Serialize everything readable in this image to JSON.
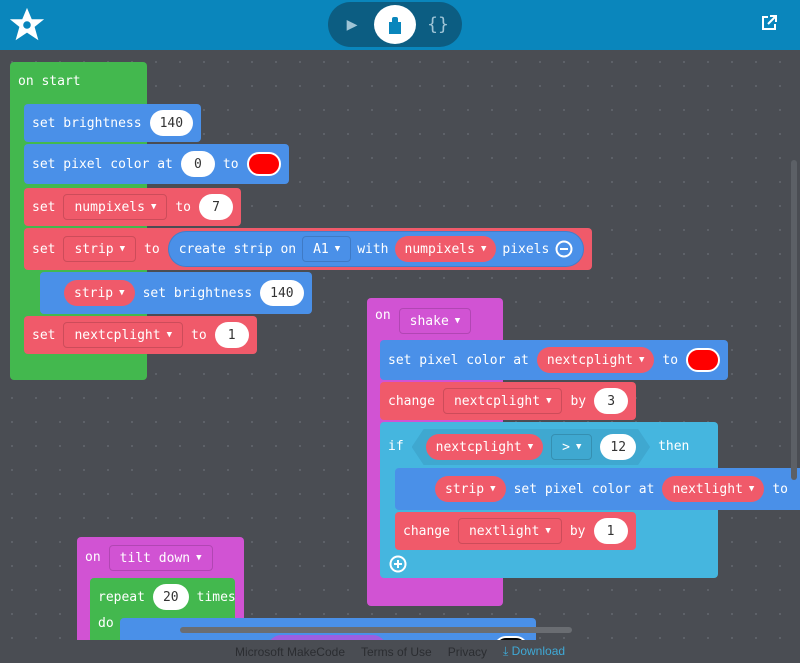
{
  "header": {
    "logo": "adafruit-flower-logo",
    "toggle": [
      {
        "icon": "play-icon"
      },
      {
        "icon": "puzzle-icon",
        "active": true
      },
      {
        "icon": "braces-icon",
        "label": "{}"
      }
    ],
    "share_icon": "external-link-icon"
  },
  "colors": {
    "header": "#0a86bc",
    "workspace": "#4a4d53",
    "event": "#43b84e",
    "neopixel": "#4a90e8",
    "variables": "#f05a6a",
    "input": "#d153d3",
    "logic": "#45b6df",
    "pixel_red": "#ff0000",
    "pixel_black": "#000000"
  },
  "on_start": {
    "label": "on start",
    "b1": {
      "text": "set brightness",
      "value": "140"
    },
    "b2": {
      "text": "set pixel color at",
      "index": "0",
      "to": "to"
    },
    "b3": {
      "set": "set",
      "var": "numpixels",
      "to": "to",
      "value": "7"
    },
    "b4": {
      "set": "set",
      "var": "strip",
      "to": "to",
      "create": "create strip on",
      "pin": "A1",
      "with": "with",
      "arg": "numpixels",
      "pixels": "pixels"
    },
    "b5": {
      "var": "strip",
      "text": "set brightness",
      "value": "140"
    },
    "b6": {
      "set": "set",
      "var": "nextcplight",
      "to": "to",
      "value": "1"
    }
  },
  "on_shake": {
    "on": "on",
    "event": "shake",
    "b1": {
      "text": "set pixel color at",
      "var": "nextcplight",
      "to": "to"
    },
    "b2": {
      "change": "change",
      "var": "nextcplight",
      "by": "by",
      "value": "3"
    },
    "if": {
      "if": "if",
      "var": "nextcplight",
      "op": ">",
      "value": "12",
      "then": "then"
    },
    "b3": {
      "var": "strip",
      "text": "set pixel color at",
      "arg": "nextlight",
      "to": "to"
    },
    "b4": {
      "change": "change",
      "var": "nextlight",
      "by": "by",
      "value": "1"
    }
  },
  "on_tilt": {
    "on": "on",
    "event": "tilt down",
    "repeat": "repeat",
    "times_value": "20",
    "times": "times",
    "do": "do"
  },
  "footer": {
    "brand": "Microsoft MakeCode",
    "terms": "Terms of Use",
    "privacy": "Privacy",
    "download": "Download"
  }
}
